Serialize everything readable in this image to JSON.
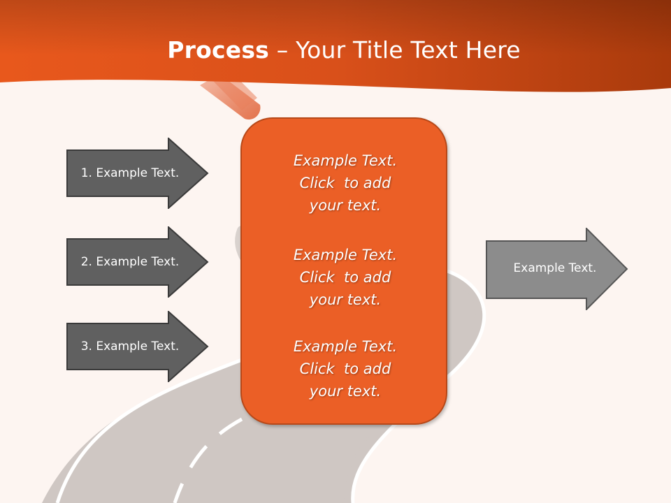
{
  "slide": {
    "title": {
      "bold": "Process",
      "rest": " – Your Title Text Here"
    }
  },
  "inputs": [
    {
      "label": "1. Example Text."
    },
    {
      "label": "2. Example Text."
    },
    {
      "label": "3. Example Text."
    }
  ],
  "center": {
    "blocks": [
      {
        "lines": [
          "Example Text.",
          "Click  to add",
          "your text."
        ]
      },
      {
        "lines": [
          "Example Text.",
          "Click  to add",
          "your text."
        ]
      },
      {
        "lines": [
          "Example Text.",
          "Click  to add",
          "your text."
        ]
      }
    ]
  },
  "output": {
    "label": "Example Text."
  },
  "colors": {
    "header_orange": "#e0501a",
    "center_fill": "#eb5f26",
    "input_arrow": "#606060",
    "output_arrow": "#8c8c8c",
    "background": "#fdf5f1"
  }
}
